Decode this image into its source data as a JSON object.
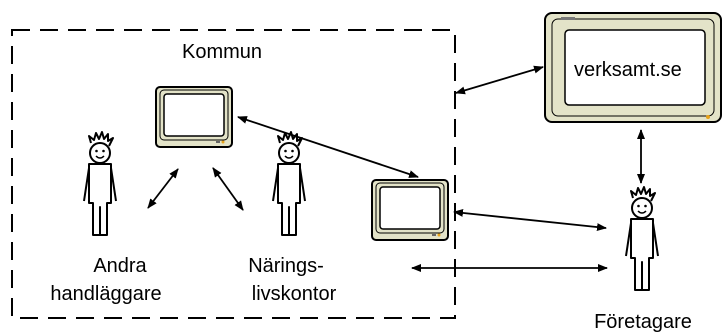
{
  "diagram": {
    "region_label": "Kommun",
    "portal_label": "verksamt.se",
    "actors": {
      "other_officers_line1": "Andra",
      "other_officers_line2": "handläggare",
      "business_office_line1": "Närings-",
      "business_office_line2": "livskontor",
      "entrepreneur": "Företagare"
    },
    "colors": {
      "monitor_bezel": "#e3e3c8",
      "monitor_outline": "#000000",
      "screen": "#ffffff",
      "power_led": "#e6a21a",
      "boundary": "#000000"
    },
    "icons": {
      "person": "stick-figure-icon",
      "monitor": "monitor-icon",
      "arrow": "double-headed-arrow"
    }
  }
}
